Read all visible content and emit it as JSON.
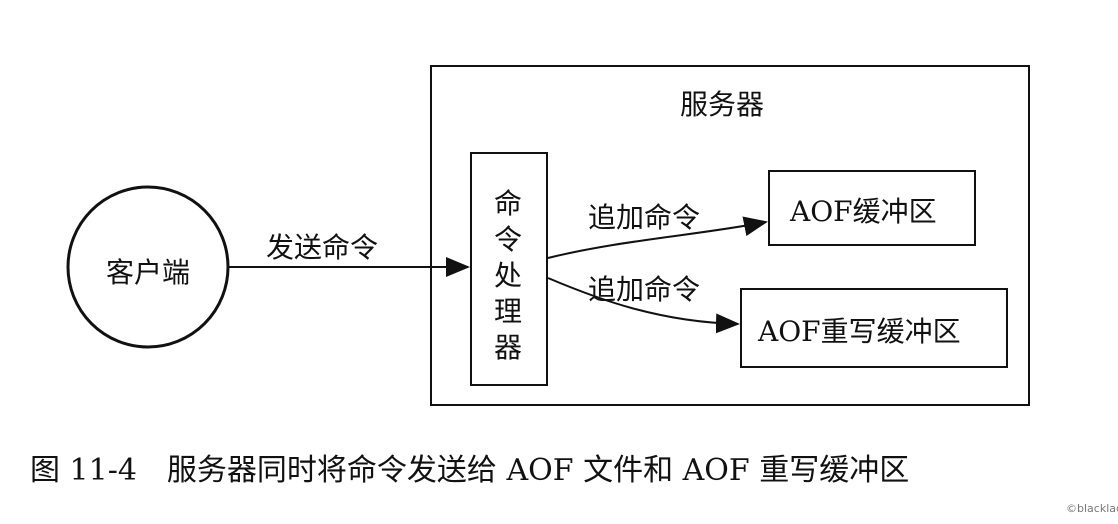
{
  "client": "客户端",
  "send_label": "发送命令",
  "server_title": "服务器",
  "processor": "命令处理器",
  "append_label_1": "追加命令",
  "append_label_2": "追加命令",
  "aof_buffer": "AOF缓冲区",
  "aof_rewrite_buffer": "AOF重写缓冲区",
  "caption": "图 11-4　服务器同时将命令发送给 AOF 文件和 AOF 重写缓冲区",
  "watermark": "©blacklad"
}
